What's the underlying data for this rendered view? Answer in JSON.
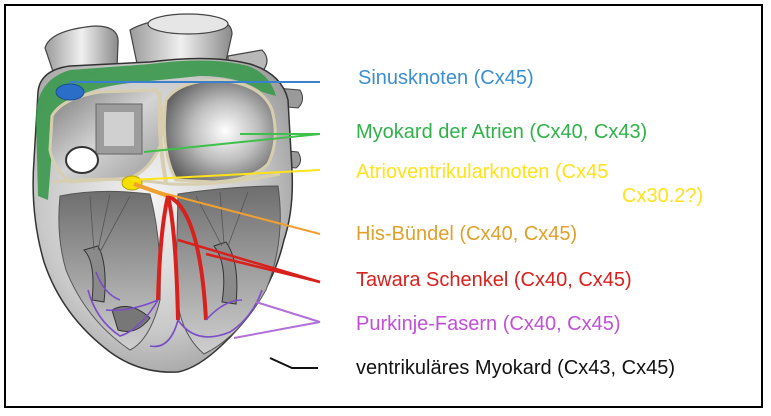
{
  "labels": {
    "sinus": {
      "text": "Sinusknoten (Cx45)",
      "color": "#3b8fd0"
    },
    "atrien": {
      "text": "Myokard der Atrien (Cx40, Cx43)",
      "color": "#2fb24a"
    },
    "av": {
      "text": "Atrioventrikularknoten (Cx45",
      "color": "#ffe21a"
    },
    "av2": {
      "text": "Cx30.2?)",
      "color": "#ffe21a"
    },
    "his": {
      "text": "His-Bündel (Cx40, Cx45)",
      "color": "#e0a02a"
    },
    "tawara": {
      "text": "Tawara Schenkel (Cx40, Cx45)",
      "color": "#d8201c"
    },
    "purkinje": {
      "text": "Purkinje-Fasern (Cx40, Cx45)",
      "color": "#c050d8"
    },
    "ventrikel": {
      "text": "ventrikuläres Myokard (Cx43, Cx45)",
      "color": "#111111"
    }
  }
}
